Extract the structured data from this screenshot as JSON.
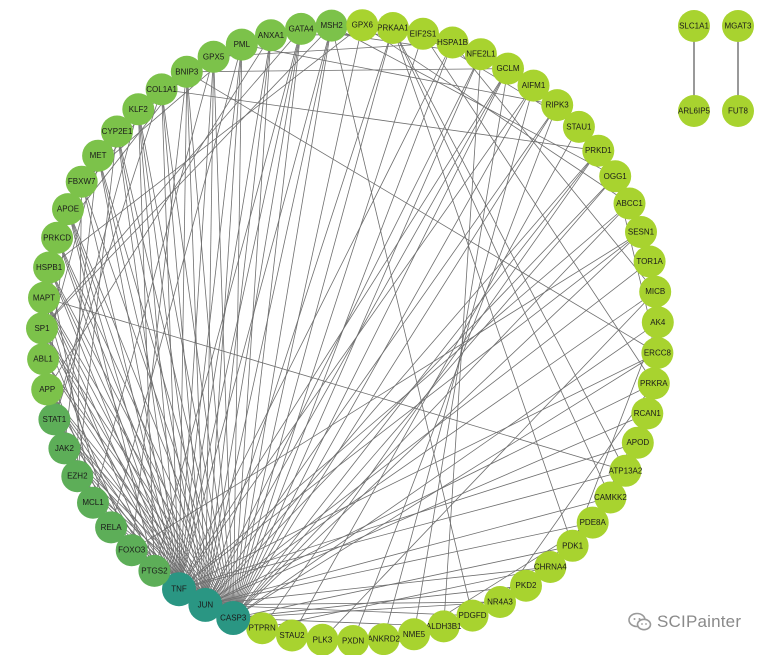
{
  "colors": {
    "node_default": "#A8D32F",
    "node_mid": "#7CC24A",
    "node_deep": "#5DAE58",
    "node_hub": "#2A9683",
    "edge": "#6E6E6E"
  },
  "genes": [
    "PRKAA1",
    "EIF2S1",
    "HSPA1B",
    "NFE2L1",
    "GCLM",
    "AIFM1",
    "RIPK3",
    "STAU1",
    "PRKD1",
    "OGG1",
    "ABCC1",
    "SESN1",
    "TOR1A",
    "MICB",
    "AK4",
    "ERCC8",
    "PRKRA",
    "RCAN1",
    "APOD",
    "ATP13A2",
    "CAMKK2",
    "PDE8A",
    "PDK1",
    "CHRNA4",
    "PKD2",
    "NR4A3",
    "PDGFD",
    "ALDH3B1",
    "NME5",
    "ANKRD2",
    "PXDN",
    "PLK3",
    "STAU2",
    "PTPRN",
    "CASP3",
    "JUN",
    "TNF",
    "PTGS2",
    "FOXO3",
    "RELA",
    "MCL1",
    "EZH2",
    "JAK2",
    "STAT1",
    "APP",
    "ABL1",
    "SP1",
    "MAPT",
    "HSPB1",
    "PRKCD",
    "APOE",
    "FBXW7",
    "MET",
    "CYP2E1",
    "KLF2",
    "COL1A1",
    "BNIP3",
    "GPX5",
    "PML",
    "ANXA1",
    "GATA4",
    "MSH2",
    "GPX6"
  ],
  "pairs": [
    {
      "top": "SLC1A1",
      "bottom": "ARL6IP5"
    },
    {
      "top": "MGAT3",
      "bottom": "FUT8"
    }
  ],
  "watermark": "SCIPainter"
}
